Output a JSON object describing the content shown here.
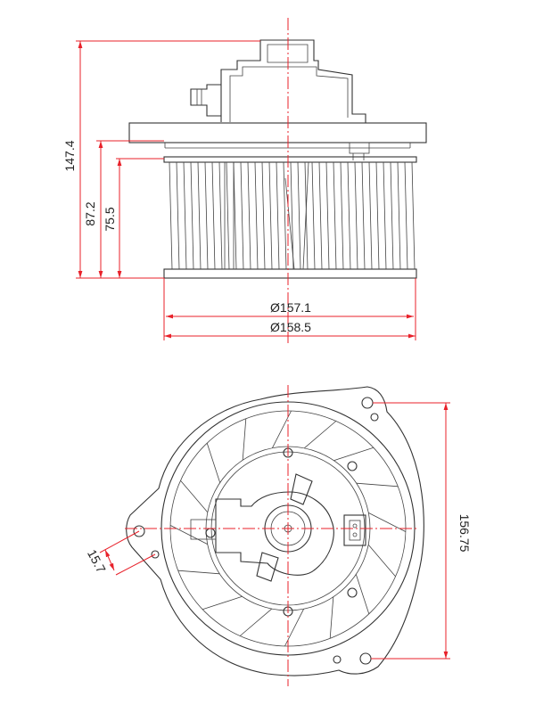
{
  "dimensions": {
    "overall_height": "147.4",
    "wheel_height_outer": "87.2",
    "wheel_height_inner": "75.5",
    "wheel_diameter_inner": "Ø157.1",
    "wheel_diameter_outer": "Ø158.5",
    "flange_hole_spacing": "156.75",
    "mount_hole_offset": "15.7"
  },
  "colors": {
    "dimension_lines": "#e8212a",
    "outline": "#333333"
  }
}
